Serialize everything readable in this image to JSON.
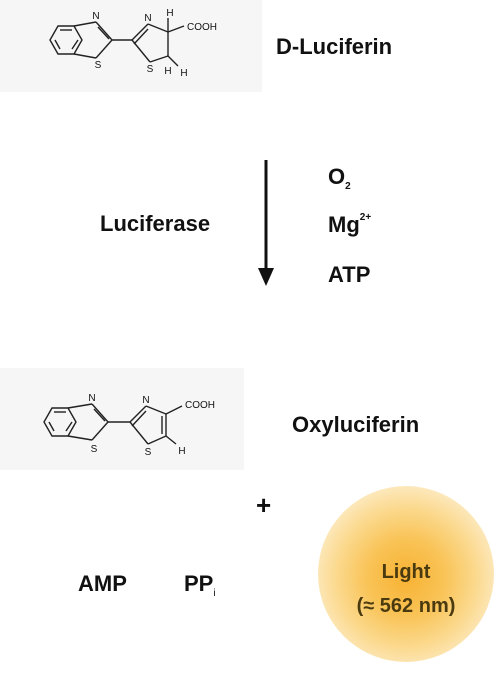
{
  "top": {
    "compound_name": "D-Luciferin",
    "structure_labels": {
      "n1": "N",
      "s1": "S",
      "n2": "N",
      "s2": "S",
      "h_top": "H",
      "h_bottom": "H",
      "h_right": "H",
      "cooh": "COOH"
    }
  },
  "reaction": {
    "enzyme": "Luciferase",
    "reagents": [
      {
        "base": "O",
        "sub": "2",
        "sup": ""
      },
      {
        "base": "Mg",
        "sub": "",
        "sup": "2+"
      },
      {
        "base": "ATP",
        "sub": "",
        "sup": ""
      }
    ]
  },
  "product": {
    "compound_name": "Oxyluciferin",
    "structure_labels": {
      "n1": "N",
      "s1": "S",
      "n2": "N",
      "s2": "S",
      "h": "H",
      "cooh": "COOH"
    }
  },
  "plus": "+",
  "byproducts": {
    "amp": "AMP",
    "ppi_base": "PP",
    "ppi_sub": "i"
  },
  "light": {
    "line1": "Light",
    "line2": "(≈ 562 nm)"
  },
  "colors": {
    "arrow": "#111111",
    "glow_core": "#f7b233",
    "glow_edge": "#fdebc4",
    "structure_bg": "#f6f6f6"
  }
}
